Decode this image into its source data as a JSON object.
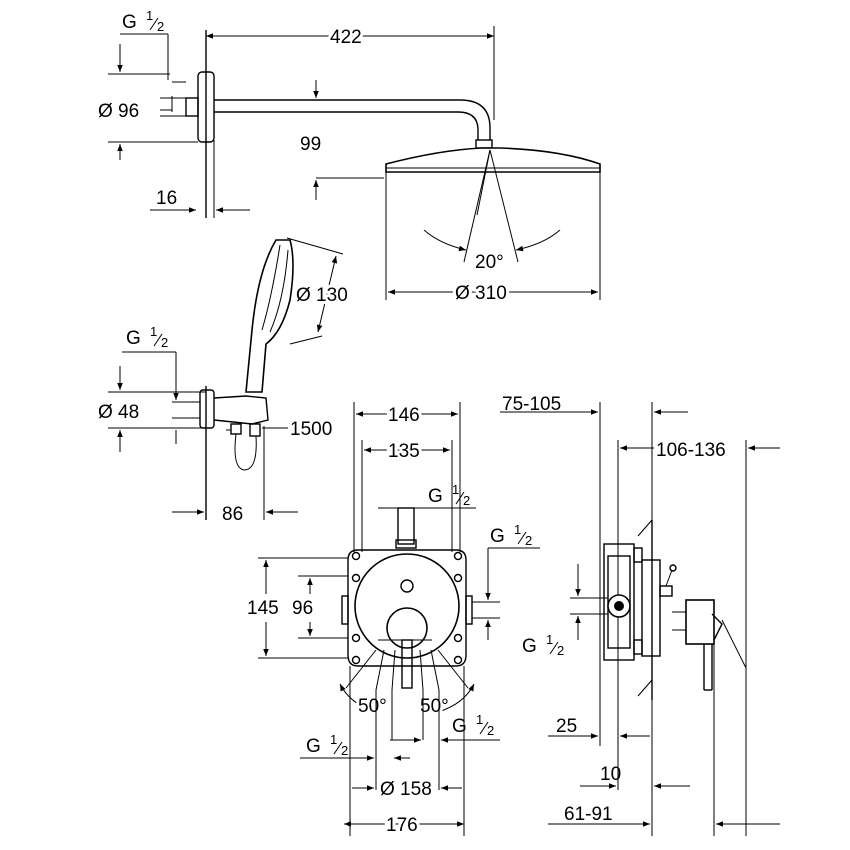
{
  "top": {
    "thread": {
      "g": "G",
      "num": "1",
      "den": "2"
    },
    "arm_length": "422",
    "flange_dia": "Ø 96",
    "arm_drop": "99",
    "flange_depth": "16",
    "head_dia": "Ø 310",
    "spray_angle": "20°"
  },
  "hand": {
    "thread": {
      "g": "G",
      "num": "1",
      "den": "2"
    },
    "head_dia": "Ø 130",
    "outlet_dia": "Ø 48",
    "hose_length": "1500",
    "projection": "86"
  },
  "mixer": {
    "width_outer": "146",
    "width_inner": "135",
    "thread_top": {
      "g": "G",
      "num": "1",
      "den": "2"
    },
    "thread_right": {
      "g": "G",
      "num": "1",
      "den": "2"
    },
    "thread_bottom_left": {
      "g": "G",
      "num": "1",
      "den": "2"
    },
    "thread_bottom_right": {
      "g": "G",
      "num": "1",
      "den": "2"
    },
    "height_outer": "145",
    "height_inner": "96",
    "angle_left": "50°",
    "angle_right": "50°",
    "plate_dia": "Ø 158",
    "plate_width": "176"
  },
  "side": {
    "depth_range": "75-105",
    "proj_range": "106-136",
    "thread": {
      "g": "G",
      "num": "1",
      "den": "2"
    },
    "wall_min": "25",
    "plate_thk": "10",
    "cover_range": "61-91"
  }
}
